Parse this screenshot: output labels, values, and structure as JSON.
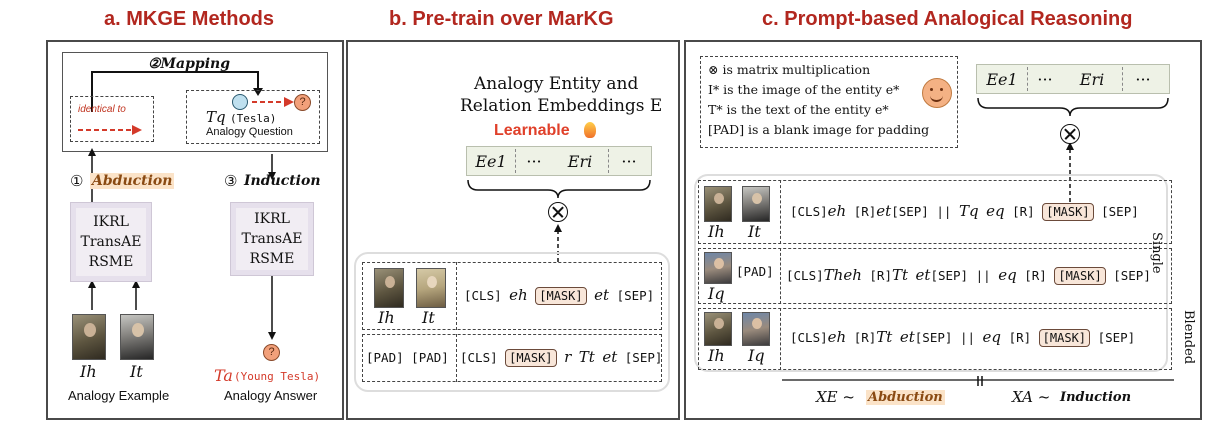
{
  "titles": {
    "a": "a. MKGE Methods",
    "b": "b. Pre-train over MarKG",
    "c": "c. Prompt-based Analogical Reasoning"
  },
  "panel_a": {
    "mapping": "②Mapping",
    "identical_to": "identical to",
    "tq_symbol": "Tq",
    "tq_entity": "(Tesla)",
    "analogy_question": "Analogy Question",
    "abduction_num": "①",
    "abduction": "Abduction",
    "induction_num": "③",
    "induction": "Induction",
    "models": [
      "IKRL",
      "TransAE",
      "RSME"
    ],
    "ih": "Ih",
    "it": "It",
    "analogy_example": "Analogy Example",
    "ta_symbol": "Ta",
    "ta_entity": "(Young Tesla)",
    "analogy_answer": "Analogy Answer",
    "q_mark": "?"
  },
  "panel_b": {
    "heading_line1": "Analogy Entity and",
    "heading_line2": "Relation Embeddings E",
    "learnable": "Learnable",
    "embed_e1": "Ee1",
    "embed_dots_mid": "···",
    "embed_eri": "Eri",
    "embed_dots_end": "···",
    "row1_ih": "Ih",
    "row1_it": "It",
    "row1_cls": "[CLS]",
    "row1_eh": "eh",
    "row1_mask": "[MASK]",
    "row1_et": "et",
    "row1_sep": "[SEP]",
    "row2_pad1": "[PAD]",
    "row2_pad2": "[PAD]",
    "row2_cls": "[CLS]",
    "row2_mask": "[MASK]",
    "row2_r": "r",
    "row2_tt": "Tt",
    "row2_et": "et",
    "row2_sep": "[SEP]"
  },
  "panel_c": {
    "legend": [
      "⊗ is matrix multiplication",
      "I* is the image of the entity e*",
      "T* is the text of the entity e*",
      "[PAD] is a blank image for padding"
    ],
    "embed_e1": "Ee1",
    "embed_dots_mid": "···",
    "embed_eri": "Eri",
    "embed_dots_end": "···",
    "row1_imgs": [
      "Ih",
      "It"
    ],
    "row1_seq_a": "[CLS]",
    "row1_eh": "eh",
    "row1_r": "[R]",
    "row1_et": "et",
    "row1_sep": "[SEP]",
    "row1_bars": "||",
    "row1_tq": "Tq",
    "row1_eq": "eq",
    "row1_r2": "[R]",
    "row1_mask": "[MASK]",
    "row1_sep2": "[SEP]",
    "row2_img": "Iq",
    "row2_pad": "[PAD]",
    "row2_cls": "[CLS]",
    "row2_th": "Th",
    "row2_eh": "eh",
    "row2_r": "[R]",
    "row2_tt": "Tt",
    "row2_et": "et",
    "row2_sep": "[SEP]",
    "row2_bars": "||",
    "row2_eq": "eq",
    "row2_r2": "[R]",
    "row2_mask": "[MASK]",
    "row2_sep2": "[SEP]",
    "row3_imgs": [
      "Ih",
      "Iq"
    ],
    "row3_cls": "[CLS]",
    "row3_eh": "eh",
    "row3_r": "[R]",
    "row3_tt": "Tt",
    "row3_et": "et",
    "row3_sep": "[SEP]",
    "row3_bars": "||",
    "row3_eq": "eq",
    "row3_r2": "[R]",
    "row3_mask": "[MASK]",
    "row3_sep2": "[SEP]",
    "side_single": "Single",
    "side_blended": "Blended",
    "x_e": "XE ~",
    "x_e_label": "Abduction",
    "x_a": "XA ~",
    "x_a_label": "Induction"
  },
  "colors": {
    "title_red": "#b2271f",
    "learnable_red": "#e0402a",
    "abduction_bg": "#fbe3c8",
    "mask_bg": "#f8e6d9",
    "embed_bg": "#eef2e6",
    "model_bg": "#f1edf3",
    "tq_circle": "#bfe0ef",
    "q_circle": "#f2a07a"
  }
}
